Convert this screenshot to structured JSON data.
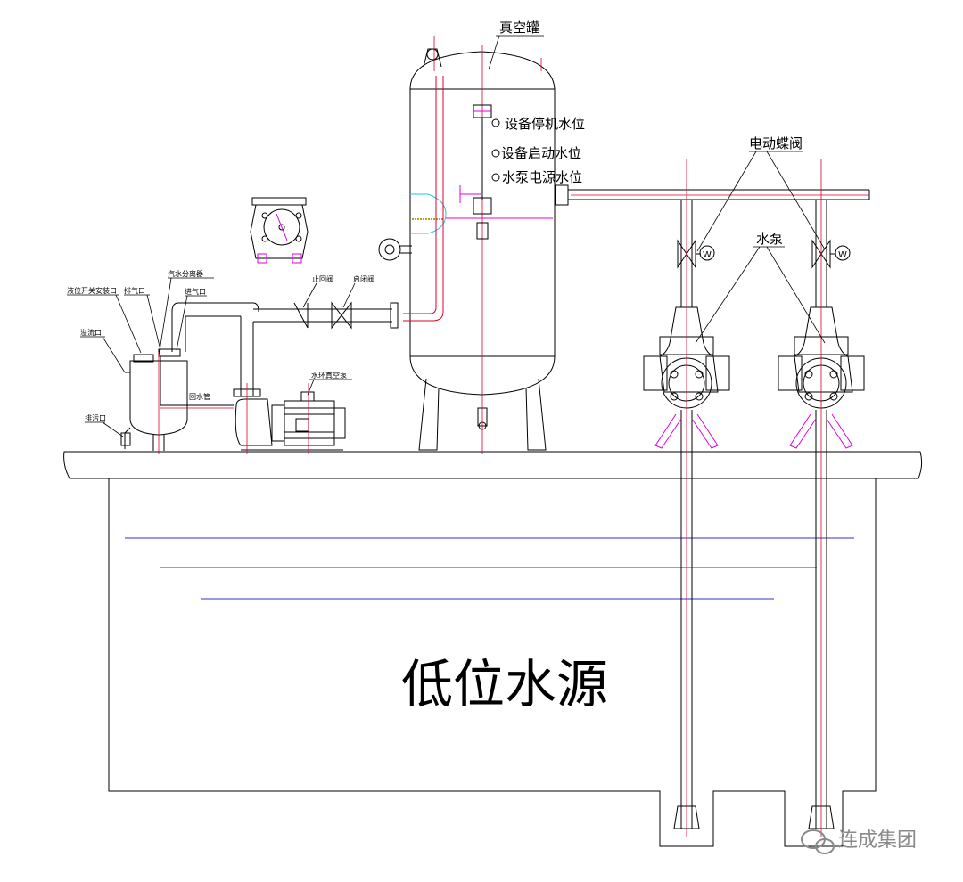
{
  "labels": {
    "vacuum_tank": "真空罐",
    "stop_level": "设备停机水位",
    "start_level": "设备启动水位",
    "pump_power_level": "水泵电源水位",
    "electric_butterfly_valve": "电动蝶阀",
    "water_pump": "水泵",
    "check_valve": "止回阀",
    "shutoff_valve": "启闭阀",
    "steam_water_separator": "汽水分离器",
    "level_switch_port": "液位开关安装口",
    "exhaust_port": "排气口",
    "inlet_port": "进气口",
    "overflow_port": "溢流口",
    "return_pipe": "回水管",
    "drain_port": "排污口",
    "vacuum_pump": "水环真空泵",
    "low_water_source": "低位水源",
    "valve_symbol": "W",
    "watermark": "连成集团"
  },
  "colors": {
    "line": "#000000",
    "pipe": "#e0002b",
    "accent_pink": "#e000e0",
    "water_line": "#3030d0",
    "cyan": "#20c8d8",
    "watermark": "#8a8a8a"
  }
}
